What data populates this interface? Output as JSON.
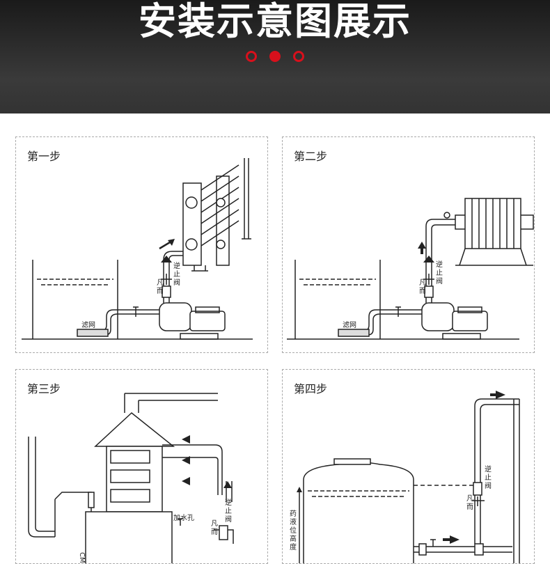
{
  "header": {
    "title": "安装示意图展示",
    "accent_color": "#d8101c",
    "dots": [
      "outline",
      "filled",
      "outline"
    ]
  },
  "steps": [
    {
      "title": "第一步",
      "labels": {
        "filter": "滤网",
        "check_valve": [
          "逆",
          "止",
          "阀"
        ],
        "flange": [
          "凡",
          "而"
        ]
      }
    },
    {
      "title": "第二步",
      "labels": {
        "filter": "滤网",
        "check_valve": [
          "逆",
          "止",
          "阀"
        ],
        "flange": [
          "凡",
          "而"
        ]
      }
    },
    {
      "title": "第三步",
      "labels": {
        "water_inlet": "加水孔",
        "check_valve": [
          "逆",
          "止",
          "阀"
        ],
        "flange": [
          "凡",
          "而"
        ],
        "side_mark": "CM"
      }
    },
    {
      "title": "第四步",
      "labels": {
        "level": [
          "药",
          "液",
          "位",
          "高",
          "度"
        ],
        "check_valve": [
          "逆",
          "止",
          "阀"
        ],
        "flange": [
          "凡",
          "而"
        ]
      }
    }
  ]
}
